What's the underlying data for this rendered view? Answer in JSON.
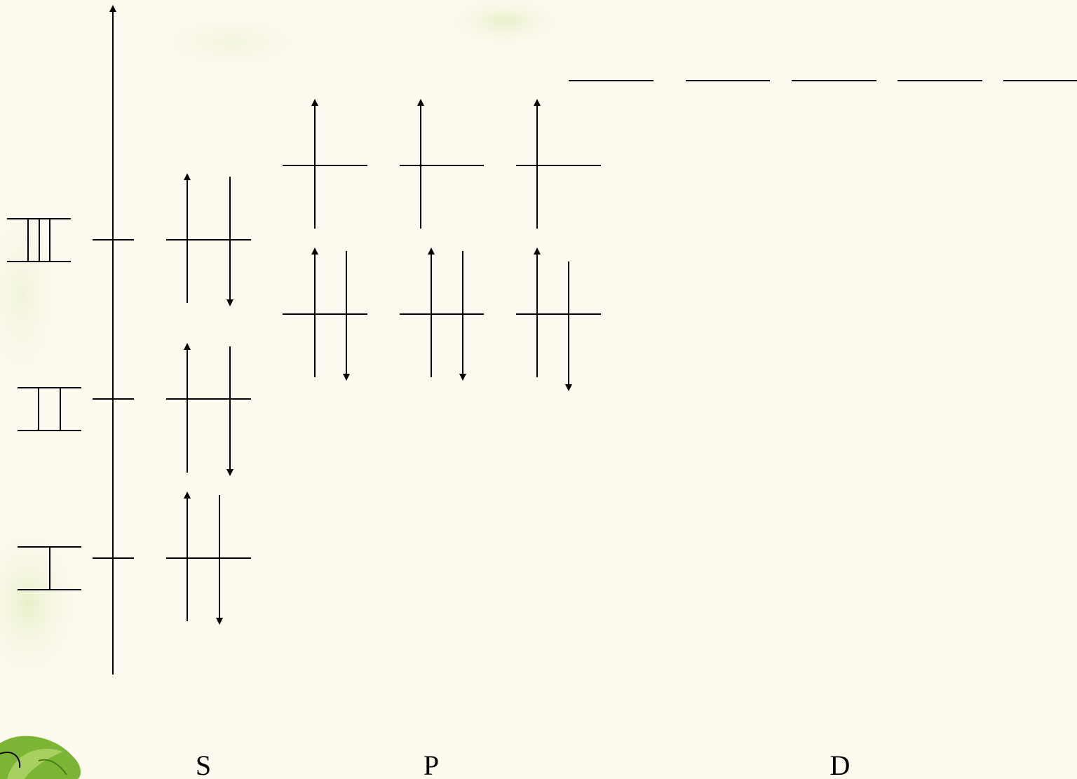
{
  "subshell_labels": {
    "s": "S",
    "p": "P",
    "d": "D"
  },
  "shell_levels": [
    {
      "roman_numeral": "Ⅰ",
      "s_orbitals": 1,
      "s_electrons": 2
    },
    {
      "roman_numeral": "Ⅱ",
      "s_orbitals": 1,
      "s_electrons": 2
    },
    {
      "roman_numeral": "Ⅲ",
      "s_orbitals": 1,
      "s_electrons": 2
    }
  ],
  "p_rows": [
    {
      "orbitals": 3,
      "electrons_per_orbital": 2
    },
    {
      "orbitals": 3,
      "electrons_per_orbital": 1
    }
  ],
  "d_orbitals": {
    "count": 5,
    "electrons_per_orbital": 0
  },
  "colors": {
    "background": "#fcf9ee",
    "ink": "#000000",
    "leaf_light": "#d6e8a4",
    "leaf_dark": "#5a9a1e"
  }
}
